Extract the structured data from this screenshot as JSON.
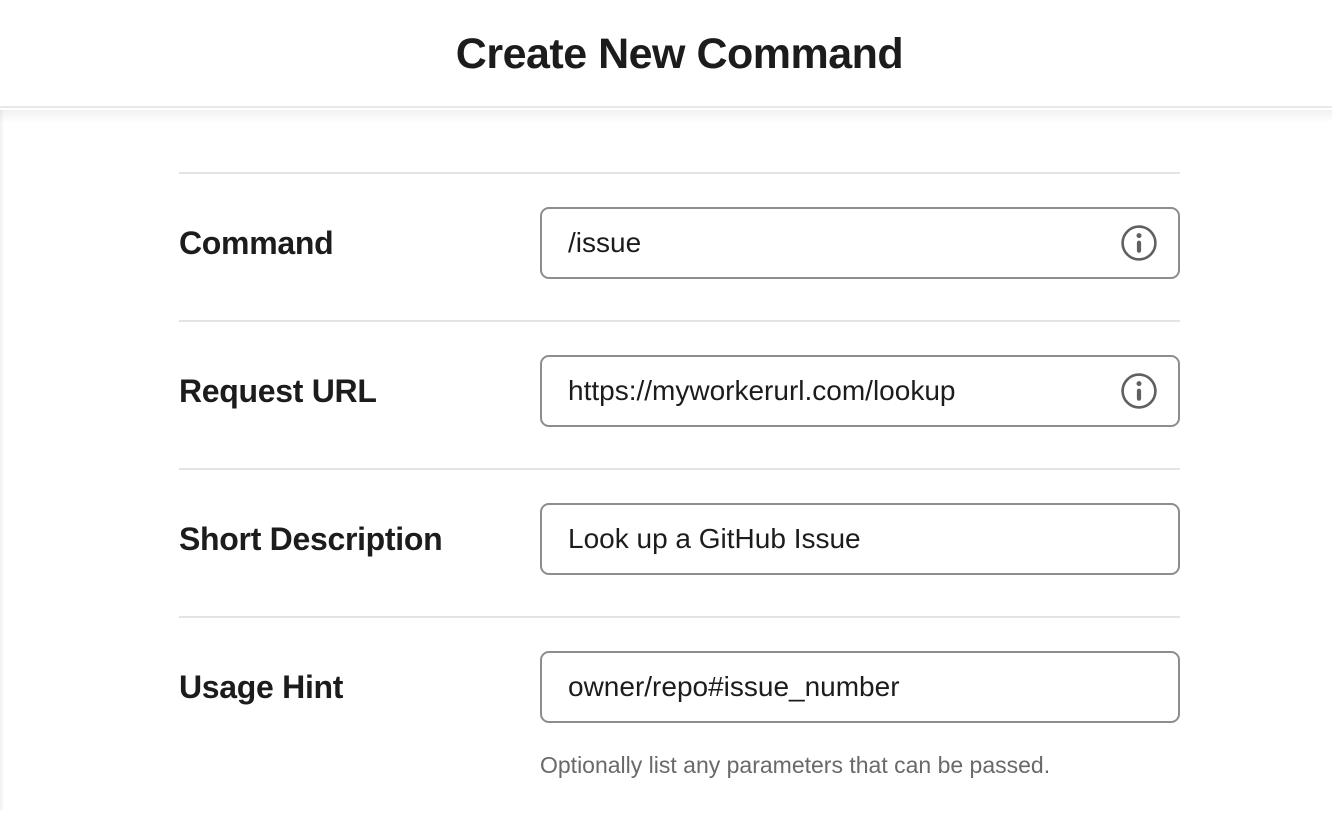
{
  "header": {
    "title": "Create New Command"
  },
  "form": {
    "rows": [
      {
        "label": "Command",
        "value": "/issue",
        "has_info_icon": true
      },
      {
        "label": "Request URL",
        "value": "https://myworkerurl.com/lookup",
        "has_info_icon": true
      },
      {
        "label": "Short Description",
        "value": "Look up a GitHub Issue",
        "has_info_icon": false
      },
      {
        "label": "Usage Hint",
        "value": "owner/repo#issue_number",
        "has_info_icon": false,
        "helper": "Optionally list any parameters that can be passed."
      }
    ]
  },
  "icons": {
    "info": "info-circle"
  },
  "colors": {
    "text": "#1d1c1d",
    "muted_text": "#696969",
    "input_border": "#8d8d8f",
    "row_divider": "#e3e3e3",
    "header_border": "#e9e9e9",
    "icon": "#616061",
    "background": "#ffffff"
  }
}
